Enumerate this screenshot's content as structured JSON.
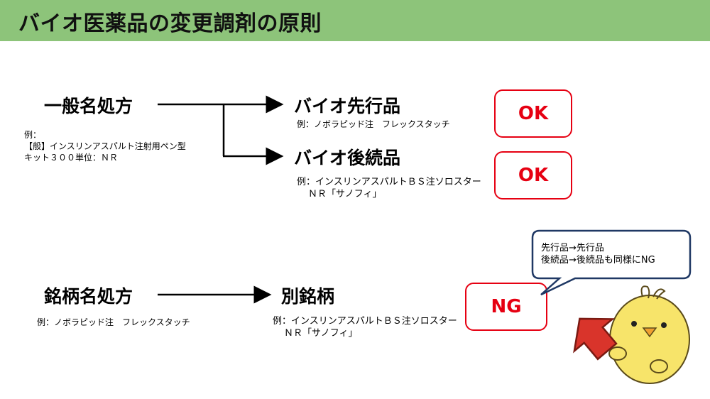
{
  "title": "バイオ医薬品の変更調剤の原則",
  "section1": {
    "source": "一般名処方",
    "source_example": [
      "例：",
      "【般】インスリンアスパルト注射用ペン型",
      "キット３００単位：ＮＲ"
    ],
    "target1": {
      "label": "バイオ先行品",
      "example": "例：ノボラピッド注　フレックスタッチ",
      "result": "OK"
    },
    "target2": {
      "label": "バイオ後続品",
      "example": [
        "例：インスリンアスパルトＢＳ注ソロスター",
        "ＮＲ「サノフィ」"
      ],
      "result": "OK"
    }
  },
  "section2": {
    "source": "銘柄名処方",
    "source_example": "例：ノボラピッド注　フレックスタッチ",
    "target": {
      "label": "別銘柄",
      "example": [
        "例：インスリンアスパルトＢＳ注ソロスター",
        "ＮＲ「サノフィ」"
      ],
      "result": "NG"
    }
  },
  "speech_bubble": [
    "先行品→先行品",
    "後続品→後続品も同様にNG"
  ],
  "colors": {
    "title_bar": "#8dc47a",
    "ok_ng": "#e60012",
    "bubble_border": "#1f3864",
    "chick": "#f7e46a",
    "arrow_sign": "#d9342b"
  }
}
